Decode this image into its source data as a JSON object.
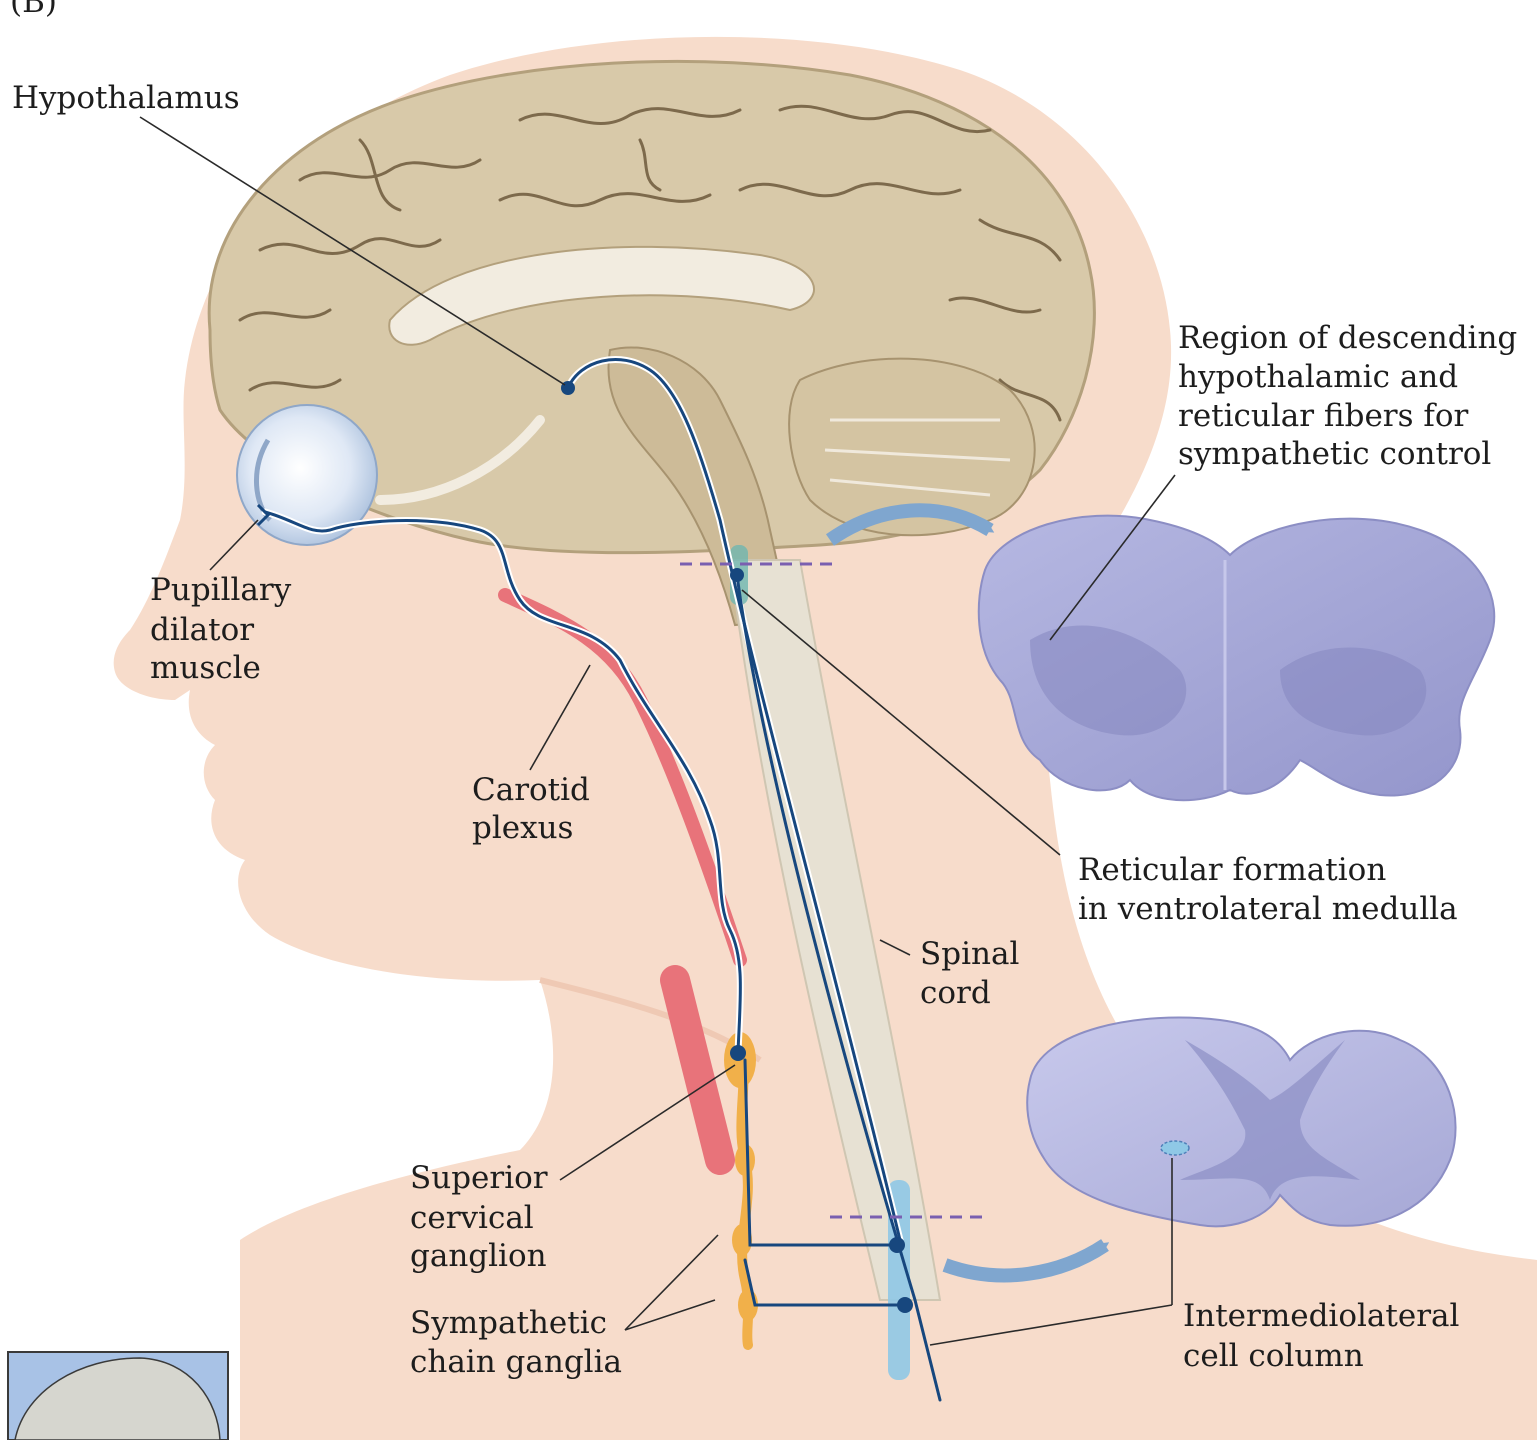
{
  "panel_letter": "(B)",
  "labels": {
    "hypothalamus": "Hypothalamus",
    "pupillary": [
      "Pupillary",
      "dilator",
      "muscle"
    ],
    "carotid": [
      "Carotid",
      "plexus"
    ],
    "region": [
      "Region of descending",
      "hypothalamic and",
      "reticular fibers for",
      "sympathetic control"
    ],
    "reticular": [
      "Reticular formation",
      "in ventrolateral medulla"
    ],
    "spinal": [
      "Spinal",
      "cord"
    ],
    "superior": [
      "Superior",
      "cervical",
      "ganglion"
    ],
    "chain": [
      "Sympathetic",
      "chain ganglia"
    ],
    "intermedio": [
      "Intermediolateral",
      "cell column"
    ]
  },
  "colors": {
    "skin": "#f7dccb",
    "brain": "#d8c9a9",
    "cord": "#e7e1d3",
    "fiber": "#17477e",
    "artery": "#e8737a",
    "ganglion": "#f1b04a",
    "section": "#a5a6d6",
    "arrow": "#7fa6cf",
    "cell_column": "#8fc8e6"
  },
  "icons": {
    "thumbnail": "brain-thumbnail-icon"
  }
}
